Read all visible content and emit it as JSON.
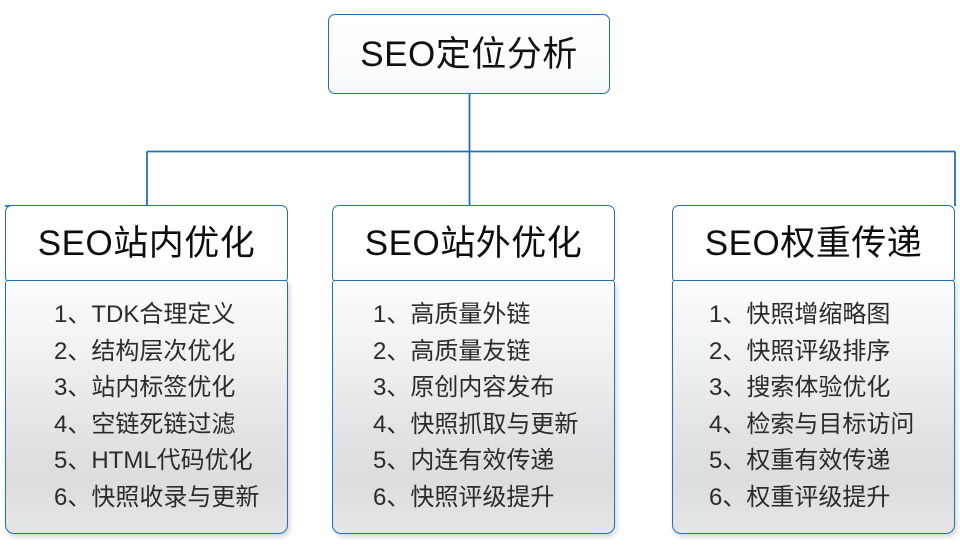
{
  "diagram": {
    "type": "org-chart",
    "root": {
      "title": "SEO定位分析"
    },
    "branches": [
      {
        "header": "SEO站内优化",
        "items": [
          "1、TDK合理定义",
          "2、结构层次优化",
          "3、站内标签优化",
          "4、空链死链过滤",
          "5、HTML代码优化",
          "6、快照收录与更新"
        ]
      },
      {
        "header": "SEO站外优化",
        "items": [
          "1、高质量外链",
          "2、高质量友链",
          "3、原创内容发布",
          "4、快照抓取与更新",
          "5、内连有效传递",
          "6、快照评级提升"
        ]
      },
      {
        "header": "SEO权重传递",
        "items": [
          "1、快照增缩略图",
          "2、快照评级排序",
          "3、搜索体验优化",
          "4、检索与目标访问",
          "5、权重有效传递",
          "6、权重评级提升"
        ]
      }
    ],
    "colors": {
      "border": "#1f70c1",
      "connector": "#1f70c1",
      "header_fill": "#ffffff",
      "body_fill_top": "#fdfdfd",
      "body_fill_bottom": "#dcdddd",
      "text": "#1a1a1a",
      "background": "#ffffff"
    }
  }
}
